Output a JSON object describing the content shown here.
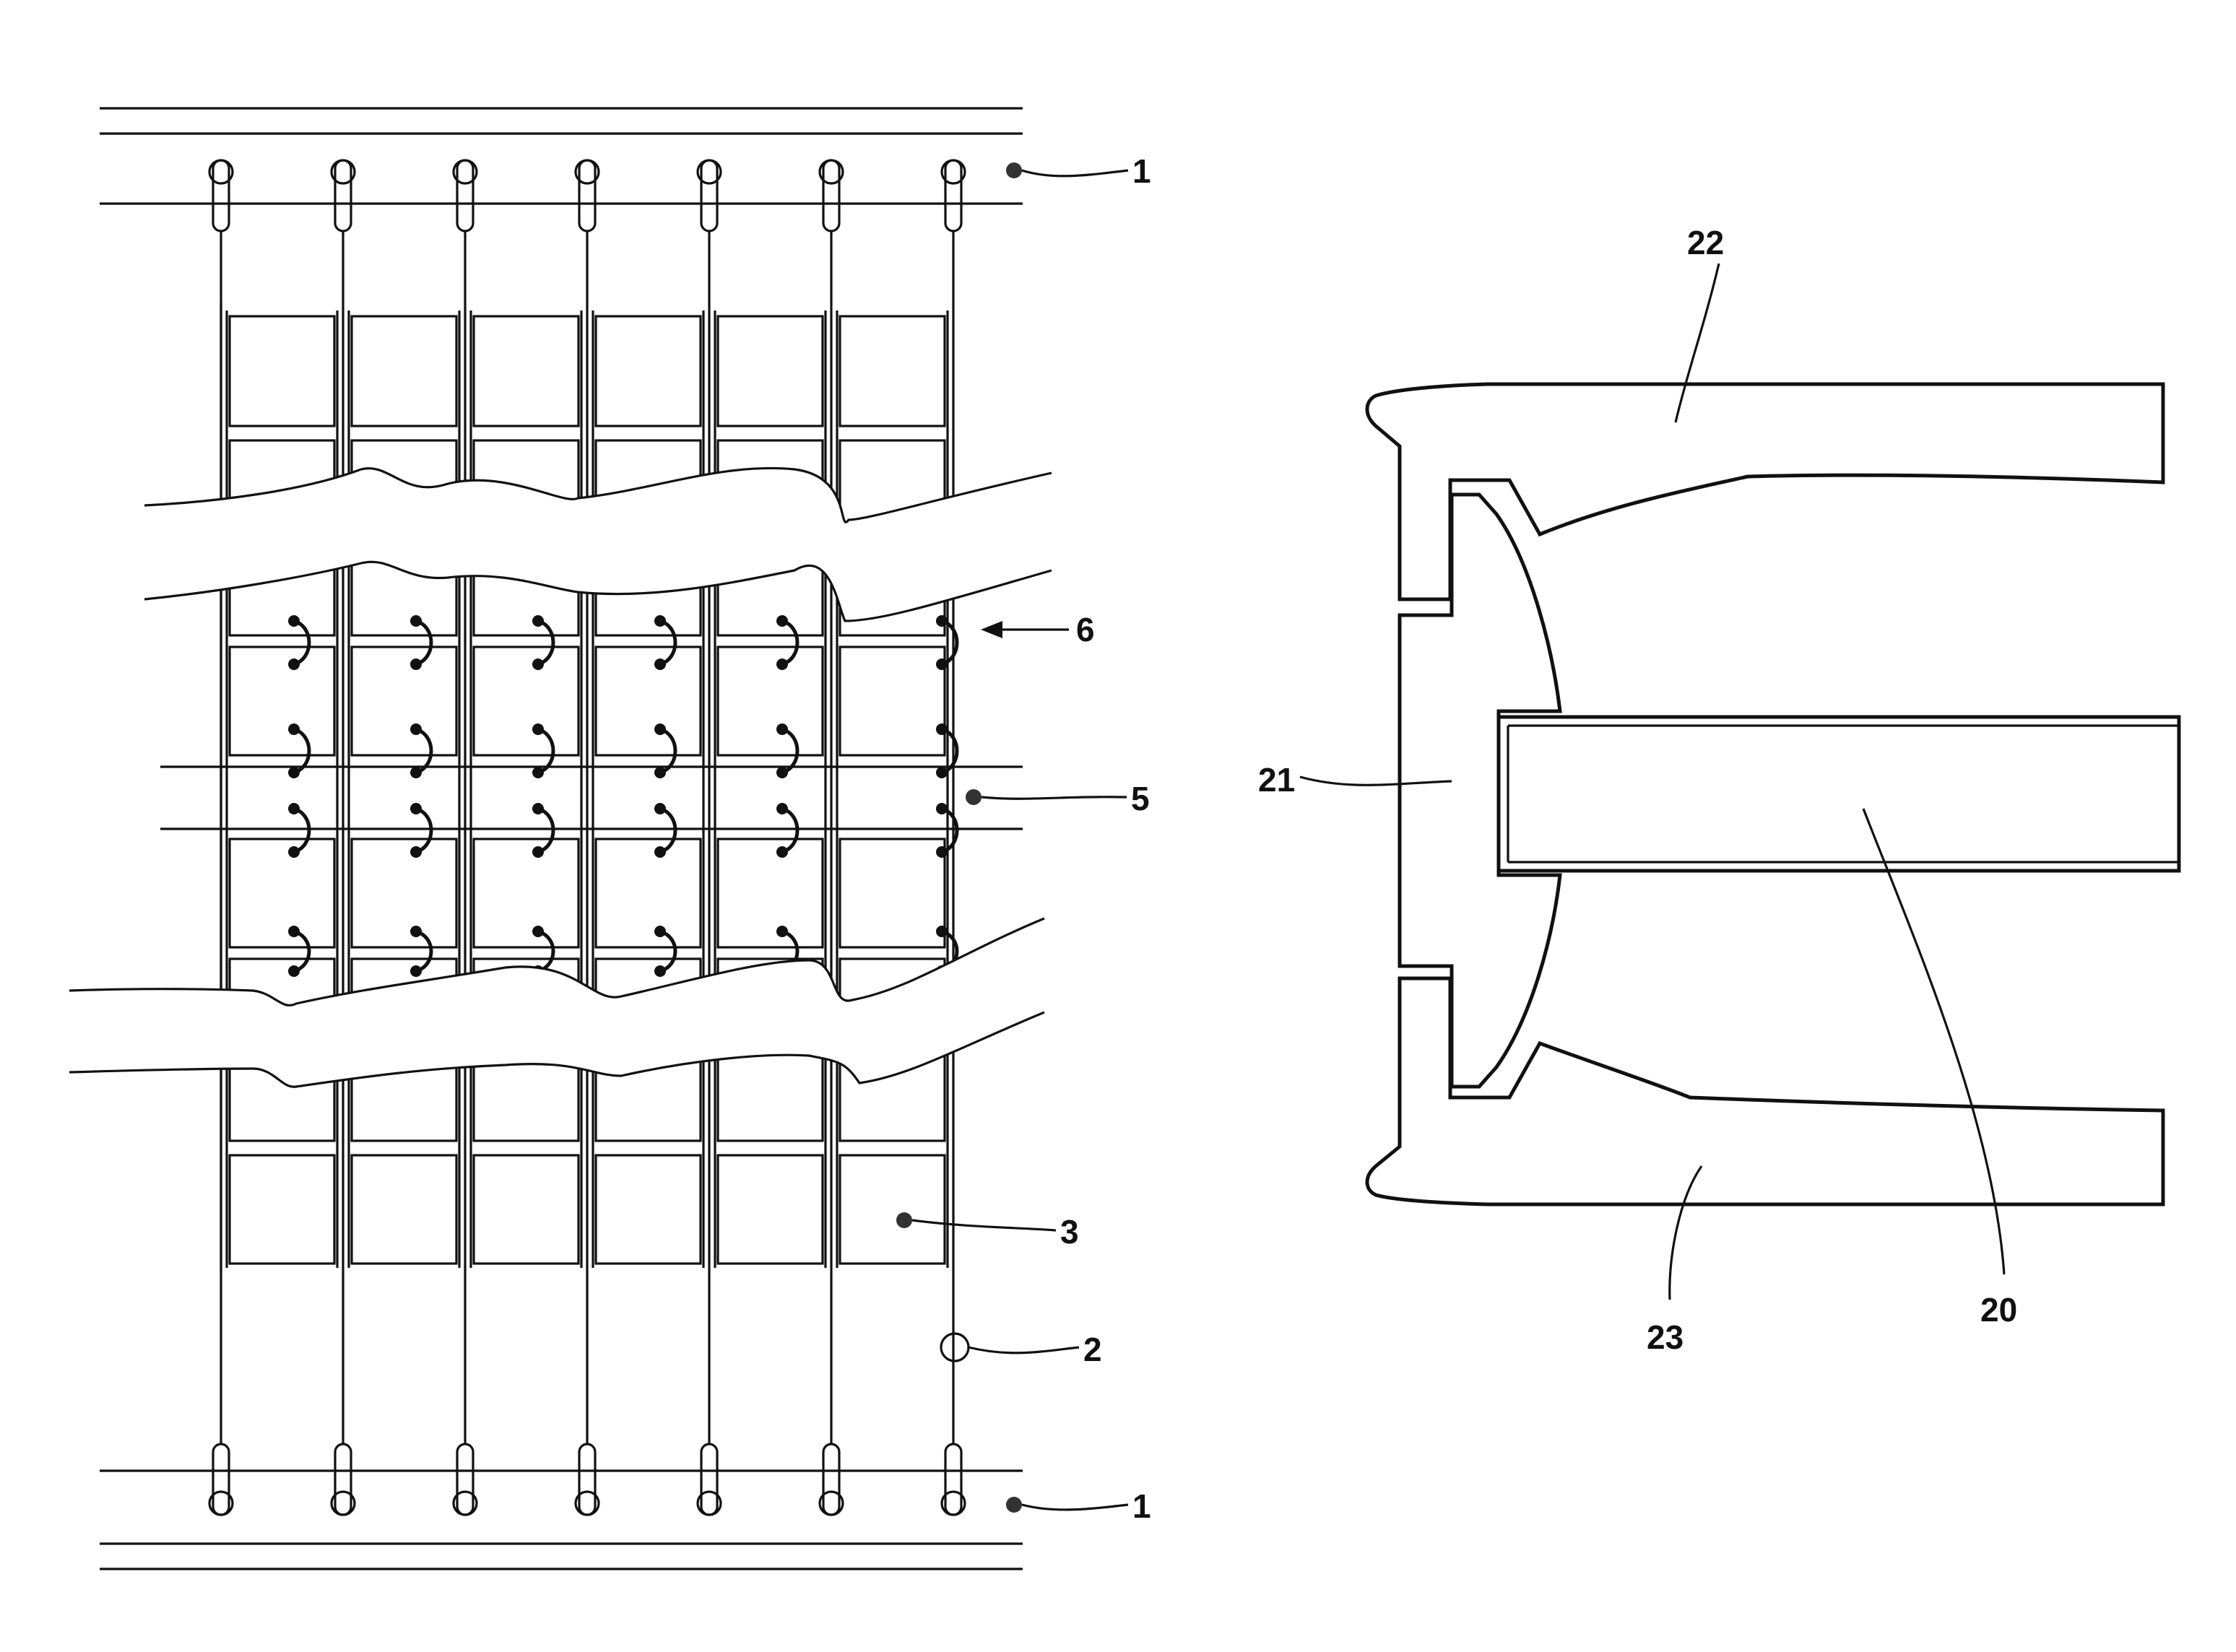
{
  "figure_left": {
    "labels": {
      "warp_top": "1",
      "ring": "2",
      "panel": "3",
      "weft": "5",
      "joint": "6",
      "warp_bottom": "1"
    },
    "mesh": {
      "columns": 7,
      "panel_columns": 6
    }
  },
  "figure_right": {
    "labels": {
      "rod": "20",
      "end_cap": "21",
      "upper_shell": "22",
      "lower_shell": "23"
    }
  },
  "colors": {
    "ink": "#111111",
    "background": "#ffffff"
  }
}
